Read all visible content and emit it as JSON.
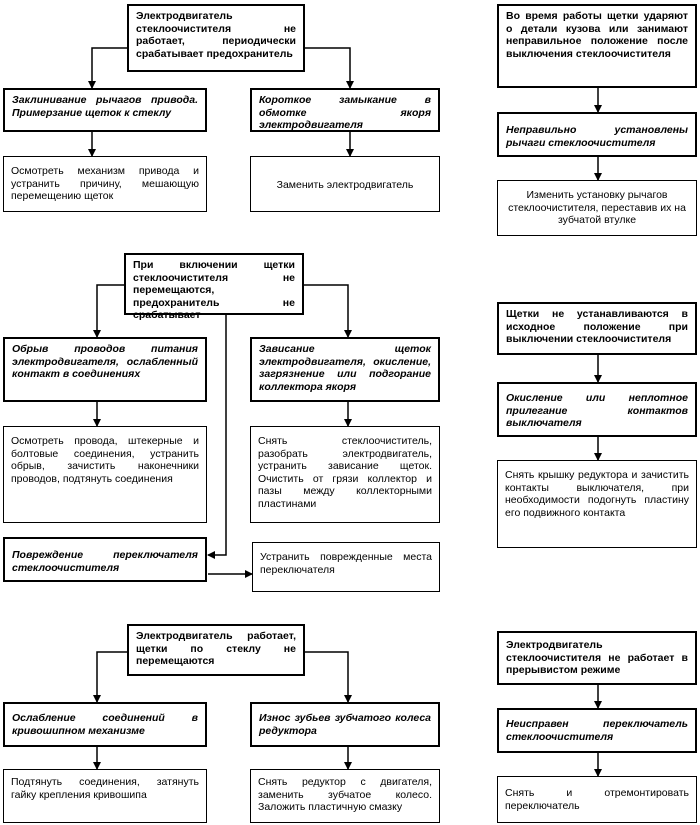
{
  "col_left_1": {
    "problem": "Электродвигатель стеклоочистителя не работает, периодически срабатывает предохранитель",
    "cause_a": "Заклинивание рычагов привода. Примерзание щеток к стеклу",
    "fix_a": "Осмотреть механизм привода и устранить причину, мешающую перемещению щеток",
    "cause_b": "Короткое замыкание в обмотке якоря электродвигателя",
    "fix_b": "Заменить электродвигатель"
  },
  "col_right_1": {
    "problem": "Во время работы щетки ударяют о детали кузова или занимают неправильное положение после выключения стеклоочистителя",
    "cause": "Неправильно установлены рычаги стеклоочистителя",
    "fix": "Изменить установку рычагов стеклоочистителя, переставив их на зубчатой втулке"
  },
  "col_left_2": {
    "problem": "При включении щетки стеклоочистителя не перемещаются, предохранитель не срабатывает",
    "cause_a": "Обрыв проводов питания электродвигателя, ослабленный контакт в соединениях",
    "fix_a": "Осмотреть провода, штекерные и болтовые соединения, устранить обрыв, зачистить наконечники проводов, подтянуть соединения",
    "cause_b": "Зависание щеток электродвигателя, окисление, загрязнение или подгорание коллектора якоря",
    "fix_b": "Снять стеклоочиститель, разобрать электродвигатель, устранить зависание щеток. Очистить от грязи коллектор и пазы между коллекторными пластинами",
    "cause_c": "Повреждение переключателя стеклоочистителя",
    "fix_c": "Устранить поврежденные места переключателя"
  },
  "col_right_2": {
    "problem": "Щетки не устанавливаются в исходное положение при выключении стеклоочистителя",
    "cause": "Окисление или неплотное прилегание контактов выключателя",
    "fix": "Снять крышку редуктора и зачистить контакты выключателя, при необходимости подогнуть пластину его подвижного контакта"
  },
  "col_left_3": {
    "problem": "Электродвигатель работает, щетки по стеклу не перемещаются",
    "cause_a": "Ослабление соединений в кривошипном механизме",
    "fix_a": "Подтянуть соединения, затянуть гайку крепления кривошипа",
    "cause_b": "Износ зубьев зубчатого колеса редуктора",
    "fix_b": "Снять редуктор с двигателя, заменить зубчатое колесо. Заложить пластичную смазку"
  },
  "col_right_3": {
    "problem": "Электродвигатель стеклоочистителя не работает в прерывистом режиме",
    "cause": "Неисправен переключатель стеклоочистителя",
    "fix": "Снять и отремонтировать переключатель"
  }
}
